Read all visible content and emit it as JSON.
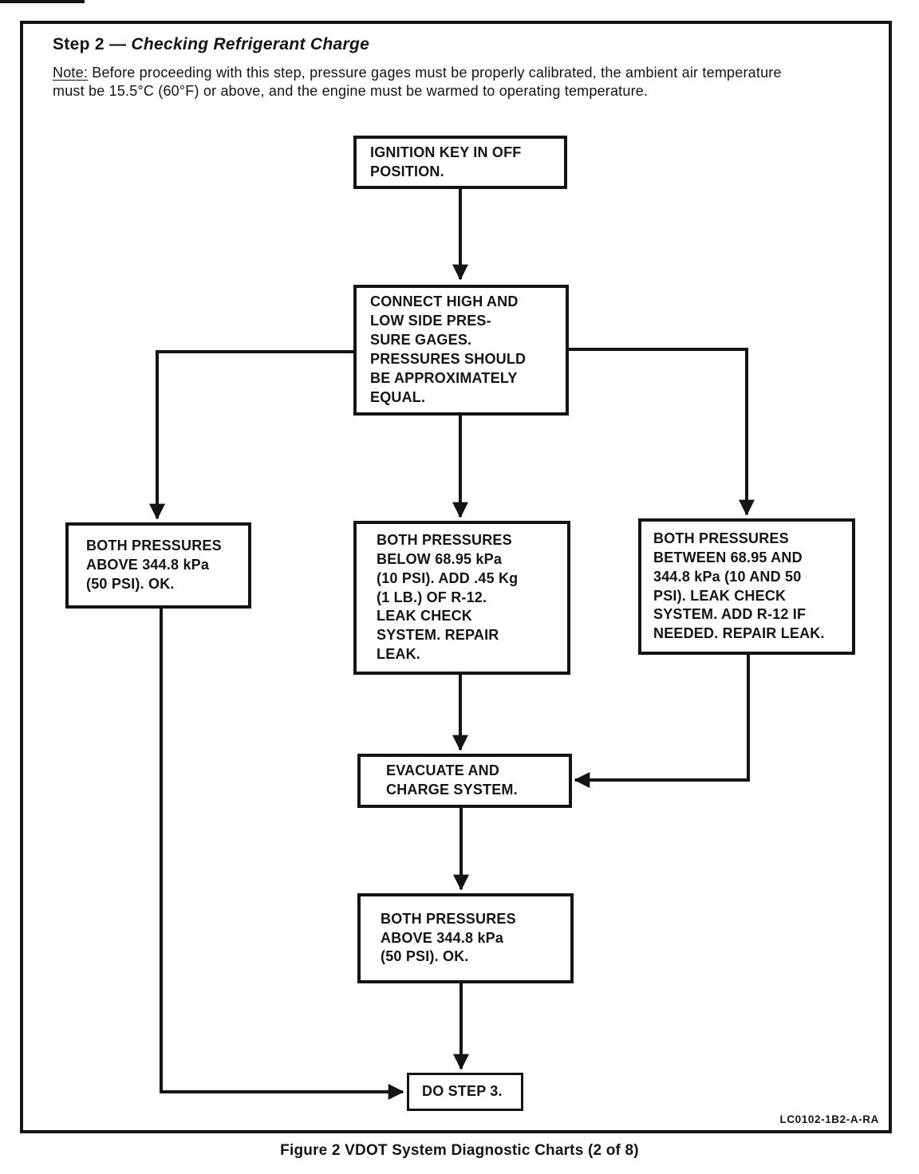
{
  "page": {
    "header": {
      "step_label": "Step 2",
      "dash": " — ",
      "title": "Checking Refrigerant Charge",
      "note_label": "Note:",
      "note_line1": "Before proceeding with this step, pressure gages must be properly calibrated, the ambient air temperature",
      "note_line2": "must be 15.5°C (60°F) or above, and the engine must be warmed to operating temperature."
    },
    "flowchart": {
      "boxes": {
        "ignition": "IGNITION KEY IN OFF\nPOSITION.",
        "connect": "CONNECT HIGH AND\nLOW SIDE PRES-\nSURE GAGES.\nPRESSURES SHOULD\nBE APPROXIMATELY\nEQUAL.",
        "pressures_above_left": "BOTH PRESSURES\nABOVE 344.8 kPa\n(50 PSI). OK.",
        "pressures_below": "BOTH PRESSURES\nBELOW 68.95 kPa\n(10 PSI). ADD .45 Kg\n(1 LB.) OF R-12.\nLEAK CHECK\nSYSTEM. REPAIR\nLEAK.",
        "pressures_between": "BOTH PRESSURES\nBETWEEN 68.95 AND\n344.8 kPa (10 AND 50\nPSI). LEAK CHECK\nSYSTEM. ADD R-12 IF\nNEEDED. REPAIR LEAK.",
        "evacuate": "EVACUATE AND\nCHARGE SYSTEM.",
        "pressures_above_bottom": "BOTH PRESSURES\nABOVE 344.8 kPa\n(50 PSI). OK.",
        "do_step_3": "DO STEP 3."
      }
    },
    "footer": {
      "doc_code": "LC0102-1B2-A-RA",
      "caption": "Figure 2 VDOT System Diagnostic Charts (2 of 8)"
    },
    "colors": {
      "ink": "#141414",
      "paper": "#ffffff"
    }
  }
}
